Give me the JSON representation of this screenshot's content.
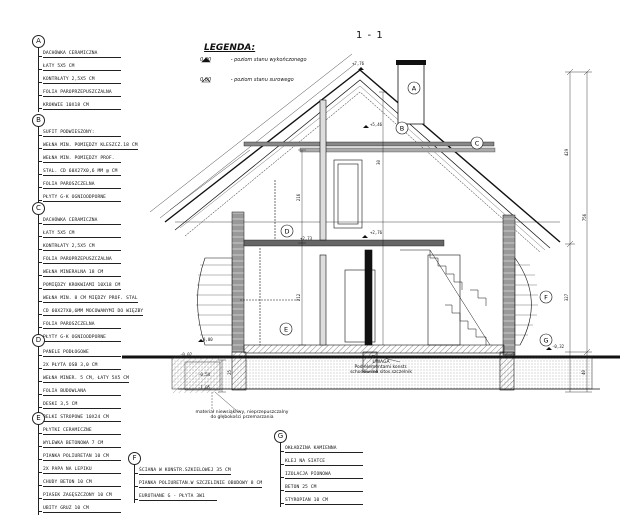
{
  "section_title": "1 - 1",
  "legend": {
    "title": "LEGENDA:",
    "rows": [
      {
        "mark": "0,00",
        "text": "- poziom stanu wykończonego"
      },
      {
        "mark": "0,00",
        "text": "- poziom stanu surowego"
      }
    ]
  },
  "specs": [
    {
      "letter": "A",
      "items": [
        "DACHÓWKA CERAMICZNA",
        "ŁATY 5X5 CM",
        "KONTRŁATY 2,5X5 CM",
        "FOLIA PAROPRZEPUSZCZALNA",
        "KROKWIE 10X18 CM"
      ]
    },
    {
      "letter": "B",
      "items": [
        "SUFIT PODWIESZONY:",
        "WEŁNA MIN. POMIĘDZY KLESZCZ.18 CM",
        "WEŁNA MIN. POMIĘDZY PROF.",
        "STAL. CD 60X27X0,6 MM @ CM",
        "FOLIA PAROSZCZELNA",
        "PŁYTY G-K OGNIOODPORNE"
      ]
    },
    {
      "letter": "C",
      "items": [
        "DACHÓWKA CERAMICZNA",
        "ŁATY 5X5 CM",
        "KONTRŁATY 2,5X5 CM",
        "FOLIA PAROPRZEPUSZCZALNA",
        "WEŁNA MINERALNA 18 CM",
        "POMIĘDZY KROKWIAMI 10X18 CM",
        "WEŁNA MIN. 8 CM MIĘDZY PROF. STAL",
        "CD 60X27X0,6MM MOCOWANYMI DO WIĘZBY",
        "FOLIA PAROSZCZELNA",
        "PŁYTY G-K OGNIOODPORNE"
      ]
    },
    {
      "letter": "D",
      "items": [
        "PANELE PODŁOGOWE",
        "2X PŁYTA OSB 3,0 CM",
        "WEŁNA MINER. 5 CM, ŁATY 5X5 CM",
        "FOLIA BUDOWLANA",
        "DESKI 3,5 CM",
        "BELKI STROPOWE 10X24 CM"
      ]
    },
    {
      "letter": "E",
      "items": [
        "PŁYTKI CERAMICZNE",
        "WYLEWKA BETONOWA 7 CM",
        "PIANKA POLIURETAN 10 CM",
        "2X PAPA NA LEPIKU",
        "CHUDY BETON 10 CM",
        "PIASEK ZAGĘSZCZONY 10 CM",
        "UBITY GRUZ 10 CM"
      ]
    },
    {
      "letter": "F",
      "items": [
        "ŚCIANA W KONSTR.SZKIELOWEJ 35 CM",
        "PIANKA POLIURETAN.W SZCZELINIE OBUDOWY 8 CM",
        "EUROTHANE G - PŁYTA 3W1"
      ]
    },
    {
      "letter": "G",
      "items": [
        "OKŁADZINA KAMIENNA",
        "KLEJ NA SIATCE",
        "IZOLACJA PIONOWA",
        "BETON 25 CM",
        "STYROPIAN 10 CM"
      ]
    }
  ],
  "drawing": {
    "note_left": [
      "materiał niewsiąkliwy, nieprzepuszczalny",
      "do głębokości przemarzania"
    ],
    "note_center": [
      "UWAGA",
      "Pod elementami konstr.",
      "schodów ma sitos.szczelnik"
    ],
    "levels": [
      "+7,76",
      "+5,46",
      "+2,76",
      "+2,73",
      "0,00",
      "-0,02",
      "-0,32",
      "-0,54",
      "-1,05"
    ],
    "dims_right": [
      "429",
      "756",
      "327",
      "40"
    ],
    "dims_mid": [
      "216",
      "212",
      "25",
      "30"
    ]
  }
}
